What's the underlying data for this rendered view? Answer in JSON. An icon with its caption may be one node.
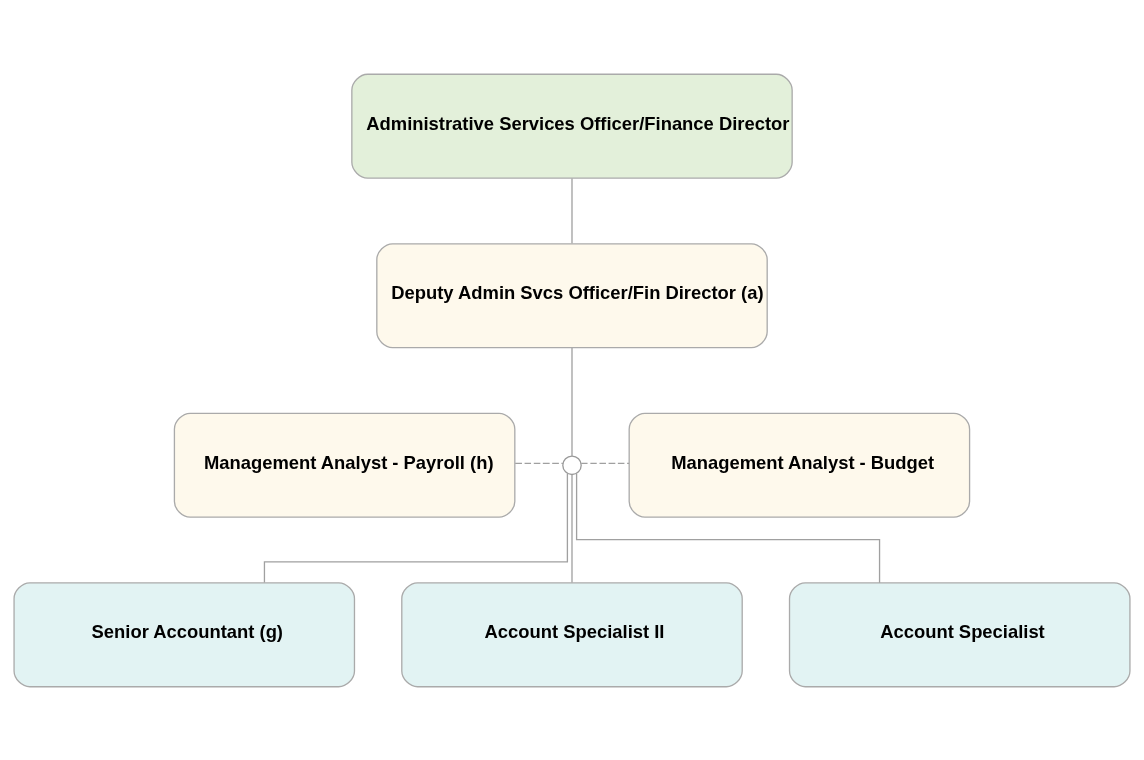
{
  "diagram": {
    "nodes": [
      {
        "text": [
          "Administrative Services Officer/Finance Director"
        ]
      },
      {
        "text": [
          "Deputy Admin Svcs Officer/Fin Director (a)"
        ]
      },
      {
        "text": [
          "Management Analyst - Payroll (h)"
        ]
      },
      {
        "text": [],
        "shape": "circle"
      },
      {
        "text": [
          "Management Analyst - Budget"
        ]
      },
      {
        "text": [
          "Senior Accountant (g)"
        ]
      },
      {
        "text": [
          "Account Specialist II"
        ]
      },
      {
        "text": [
          "Account Specialist"
        ]
      }
    ],
    "edges": [
      {
        "from": 0,
        "to": 1,
        "arrow": "none"
      },
      {
        "from": 1,
        "to": 3,
        "arrow": "none"
      },
      {
        "from": 2,
        "to": 3,
        "arrow": "none",
        "style": "dashed"
      },
      {
        "from": 3,
        "to": 4,
        "arrow": "none",
        "style": "dashed"
      },
      {
        "from": 3,
        "to": 5,
        "arrow": "none"
      },
      {
        "from": 3,
        "to": 6,
        "arrow": "none"
      },
      {
        "from": 3,
        "to": 7,
        "arrow": "none"
      }
    ]
  }
}
